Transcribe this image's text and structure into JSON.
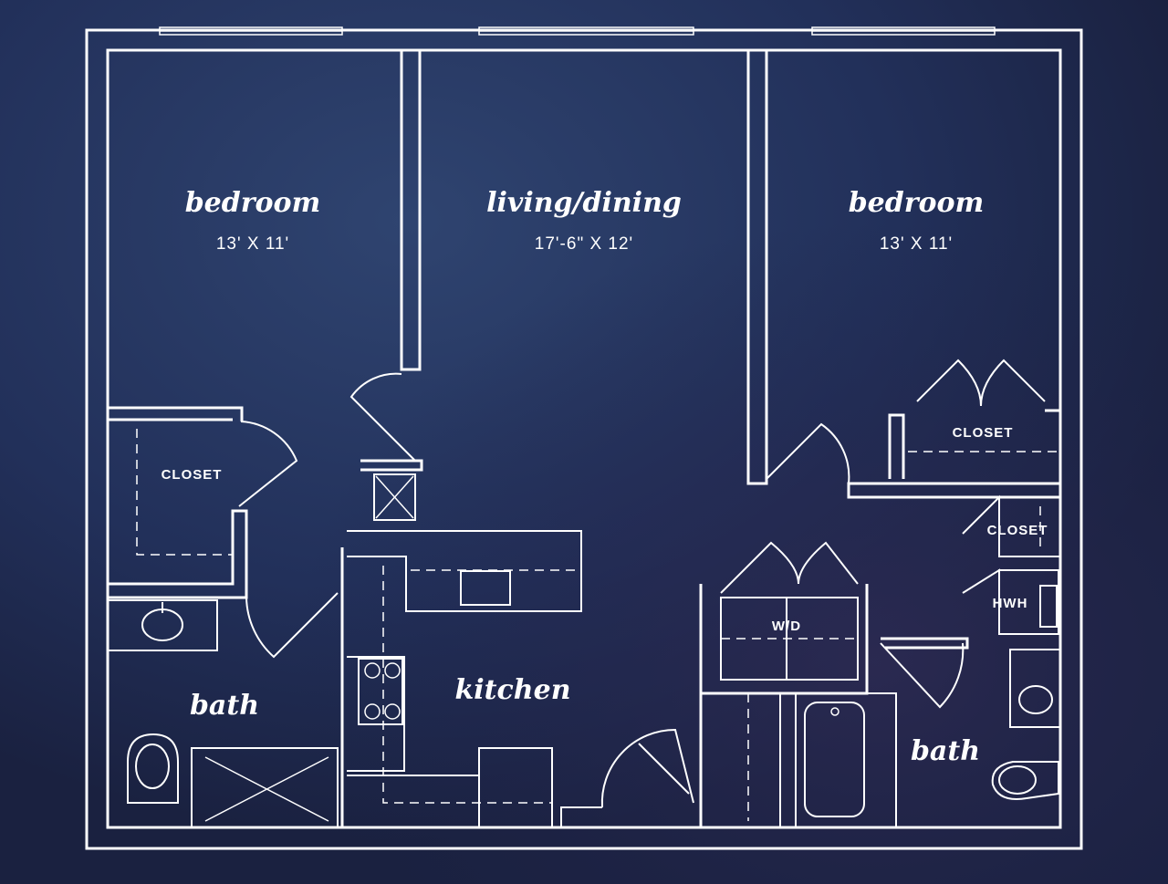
{
  "plan": {
    "bedroom_left": {
      "name": "bedroom",
      "size": "13' X 11'"
    },
    "living_dining": {
      "name": "living/dining",
      "size": "17'-6\" X 12'"
    },
    "bedroom_right": {
      "name": "bedroom",
      "size": "13' X 11'"
    },
    "closet_left": "CLOSET",
    "closet_right": "CLOSET",
    "closet_small": "CLOSET",
    "hwh": "HWH",
    "wd": "W/D",
    "kitchen": "kitchen",
    "bath_left": "bath",
    "bath_right": "bath"
  },
  "colors": {
    "background": "#1d2a4a",
    "lines": "#ffffff"
  }
}
